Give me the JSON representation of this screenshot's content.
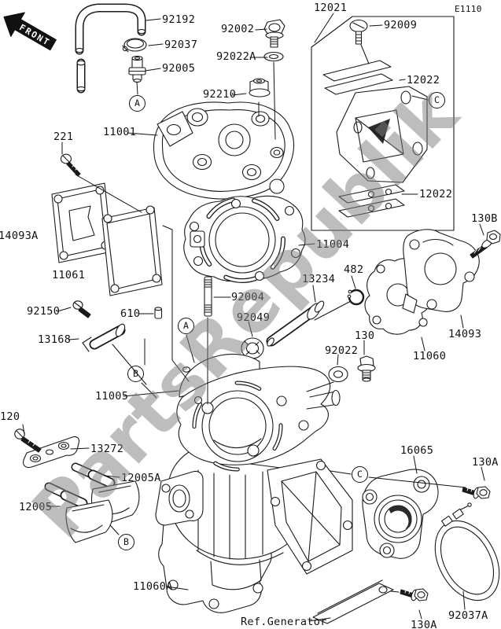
{
  "diagram": {
    "page_code": "E1110",
    "front_label": "FRONT",
    "watermark": "PartsRepublik",
    "ref_label": "Ref.Generator"
  },
  "labels": {
    "92192": "92192",
    "92037": "92037",
    "92005": "92005",
    "11001": "11001",
    "221": "221",
    "92002": "92002",
    "92022A": "92022A",
    "92210": "92210",
    "12021": "12021",
    "92009": "92009",
    "12022": "12022",
    "14093A": "14093A",
    "11061": "11061",
    "92150": "92150",
    "610": "610",
    "13168": "13168",
    "11005": "11005",
    "11004": "11004",
    "92004": "92004",
    "92049": "92049",
    "13234": "13234",
    "482": "482",
    "92022": "92022",
    "130": "130",
    "11060": "11060",
    "14093": "14093",
    "130B": "130B",
    "120": "120",
    "13272": "13272",
    "12005A": "12005A",
    "12005": "12005",
    "11060A": "11060A",
    "16065": "16065",
    "130A": "130A",
    "92037A": "92037A"
  },
  "callouts": {
    "A": "A",
    "B": "B",
    "C": "C"
  }
}
